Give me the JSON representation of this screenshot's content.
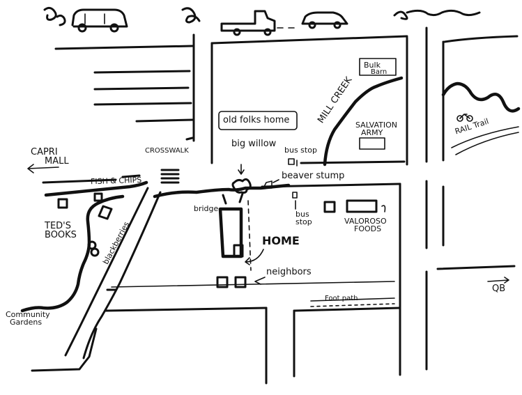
{
  "colors": {
    "ink": "#111111",
    "paper": "#ffffff"
  },
  "labels": {
    "capri_mall": [
      "CAPRI",
      "MALL"
    ],
    "fish_chips": "FISH & CHIPS",
    "crosswalk": "CROSSWALK",
    "old_folks_home": "old folks home",
    "big_willow": "big willow",
    "bus_stop_north": "bus stop",
    "beaver_stump": "beaver stump",
    "bulk_barn": [
      "Bulk",
      "Barn"
    ],
    "mill_creek": "MILL CREEK",
    "salvation_army": [
      "SALVATION",
      "ARMY"
    ],
    "rail_trail": "RAIL Trail",
    "teds_books": [
      "TED'S",
      "BOOKS"
    ],
    "blackberries": "blackberries",
    "bridge": "bridge",
    "home": "HOME",
    "bus_stop_south": [
      "bus",
      "stop"
    ],
    "valoroso_foods": [
      "VALOROSO",
      "FOODS"
    ],
    "neighbors": "neighbors",
    "foot_path": "Foot path",
    "community_gardens": [
      "Community",
      "Gardens"
    ],
    "qb": "QB"
  },
  "icons": [
    "car-icon",
    "truck-icon",
    "bicycle-icon",
    "tree-icon",
    "arrow-icon"
  ]
}
